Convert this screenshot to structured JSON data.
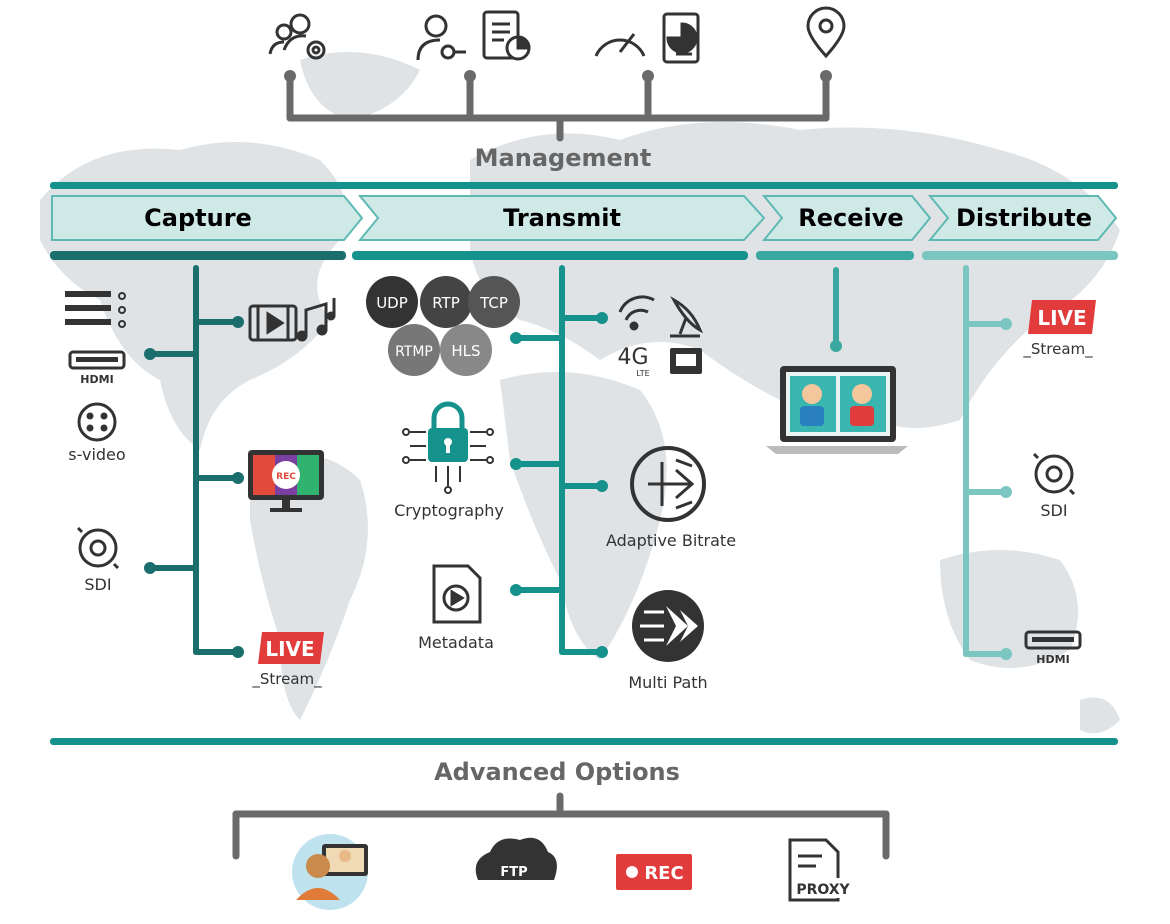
{
  "management": {
    "label": "Management"
  },
  "stages": [
    {
      "label": "Capture"
    },
    {
      "label": "Transmit"
    },
    {
      "label": "Receive"
    },
    {
      "label": "Distribute"
    }
  ],
  "capture": {
    "live_badge": "LIVE",
    "stream_text": "_Stream_",
    "rec_text": "REC",
    "hdmi_text": "HDMI",
    "svideo_label": "s-video",
    "sdi_label": "SDI"
  },
  "transmit": {
    "protocols": [
      "UDP",
      "RTP",
      "TCP",
      "RTMP",
      "HLS"
    ],
    "cryptography_label": "Cryptography",
    "metadata_label": "Metadata",
    "adaptive_label": "Adaptive Bitrate",
    "multipath_label": "Multi Path",
    "fourg_text": "4G",
    "lte_text": "LTE"
  },
  "distribute": {
    "live_badge": "LIVE",
    "stream_text": "_Stream_",
    "sdi_label": "SDI",
    "hdmi_text": "HDMI"
  },
  "advanced": {
    "label": "Advanced Options",
    "ftp_text": "FTP",
    "rec_text": "REC",
    "proxy_text": "PROXY"
  },
  "colors": {
    "teal_dark": "#1a6e6c",
    "teal": "#16928c",
    "teal_light": "#5fb9b3",
    "gray": "#6a6a6a",
    "live_red": "#e23b3b"
  }
}
